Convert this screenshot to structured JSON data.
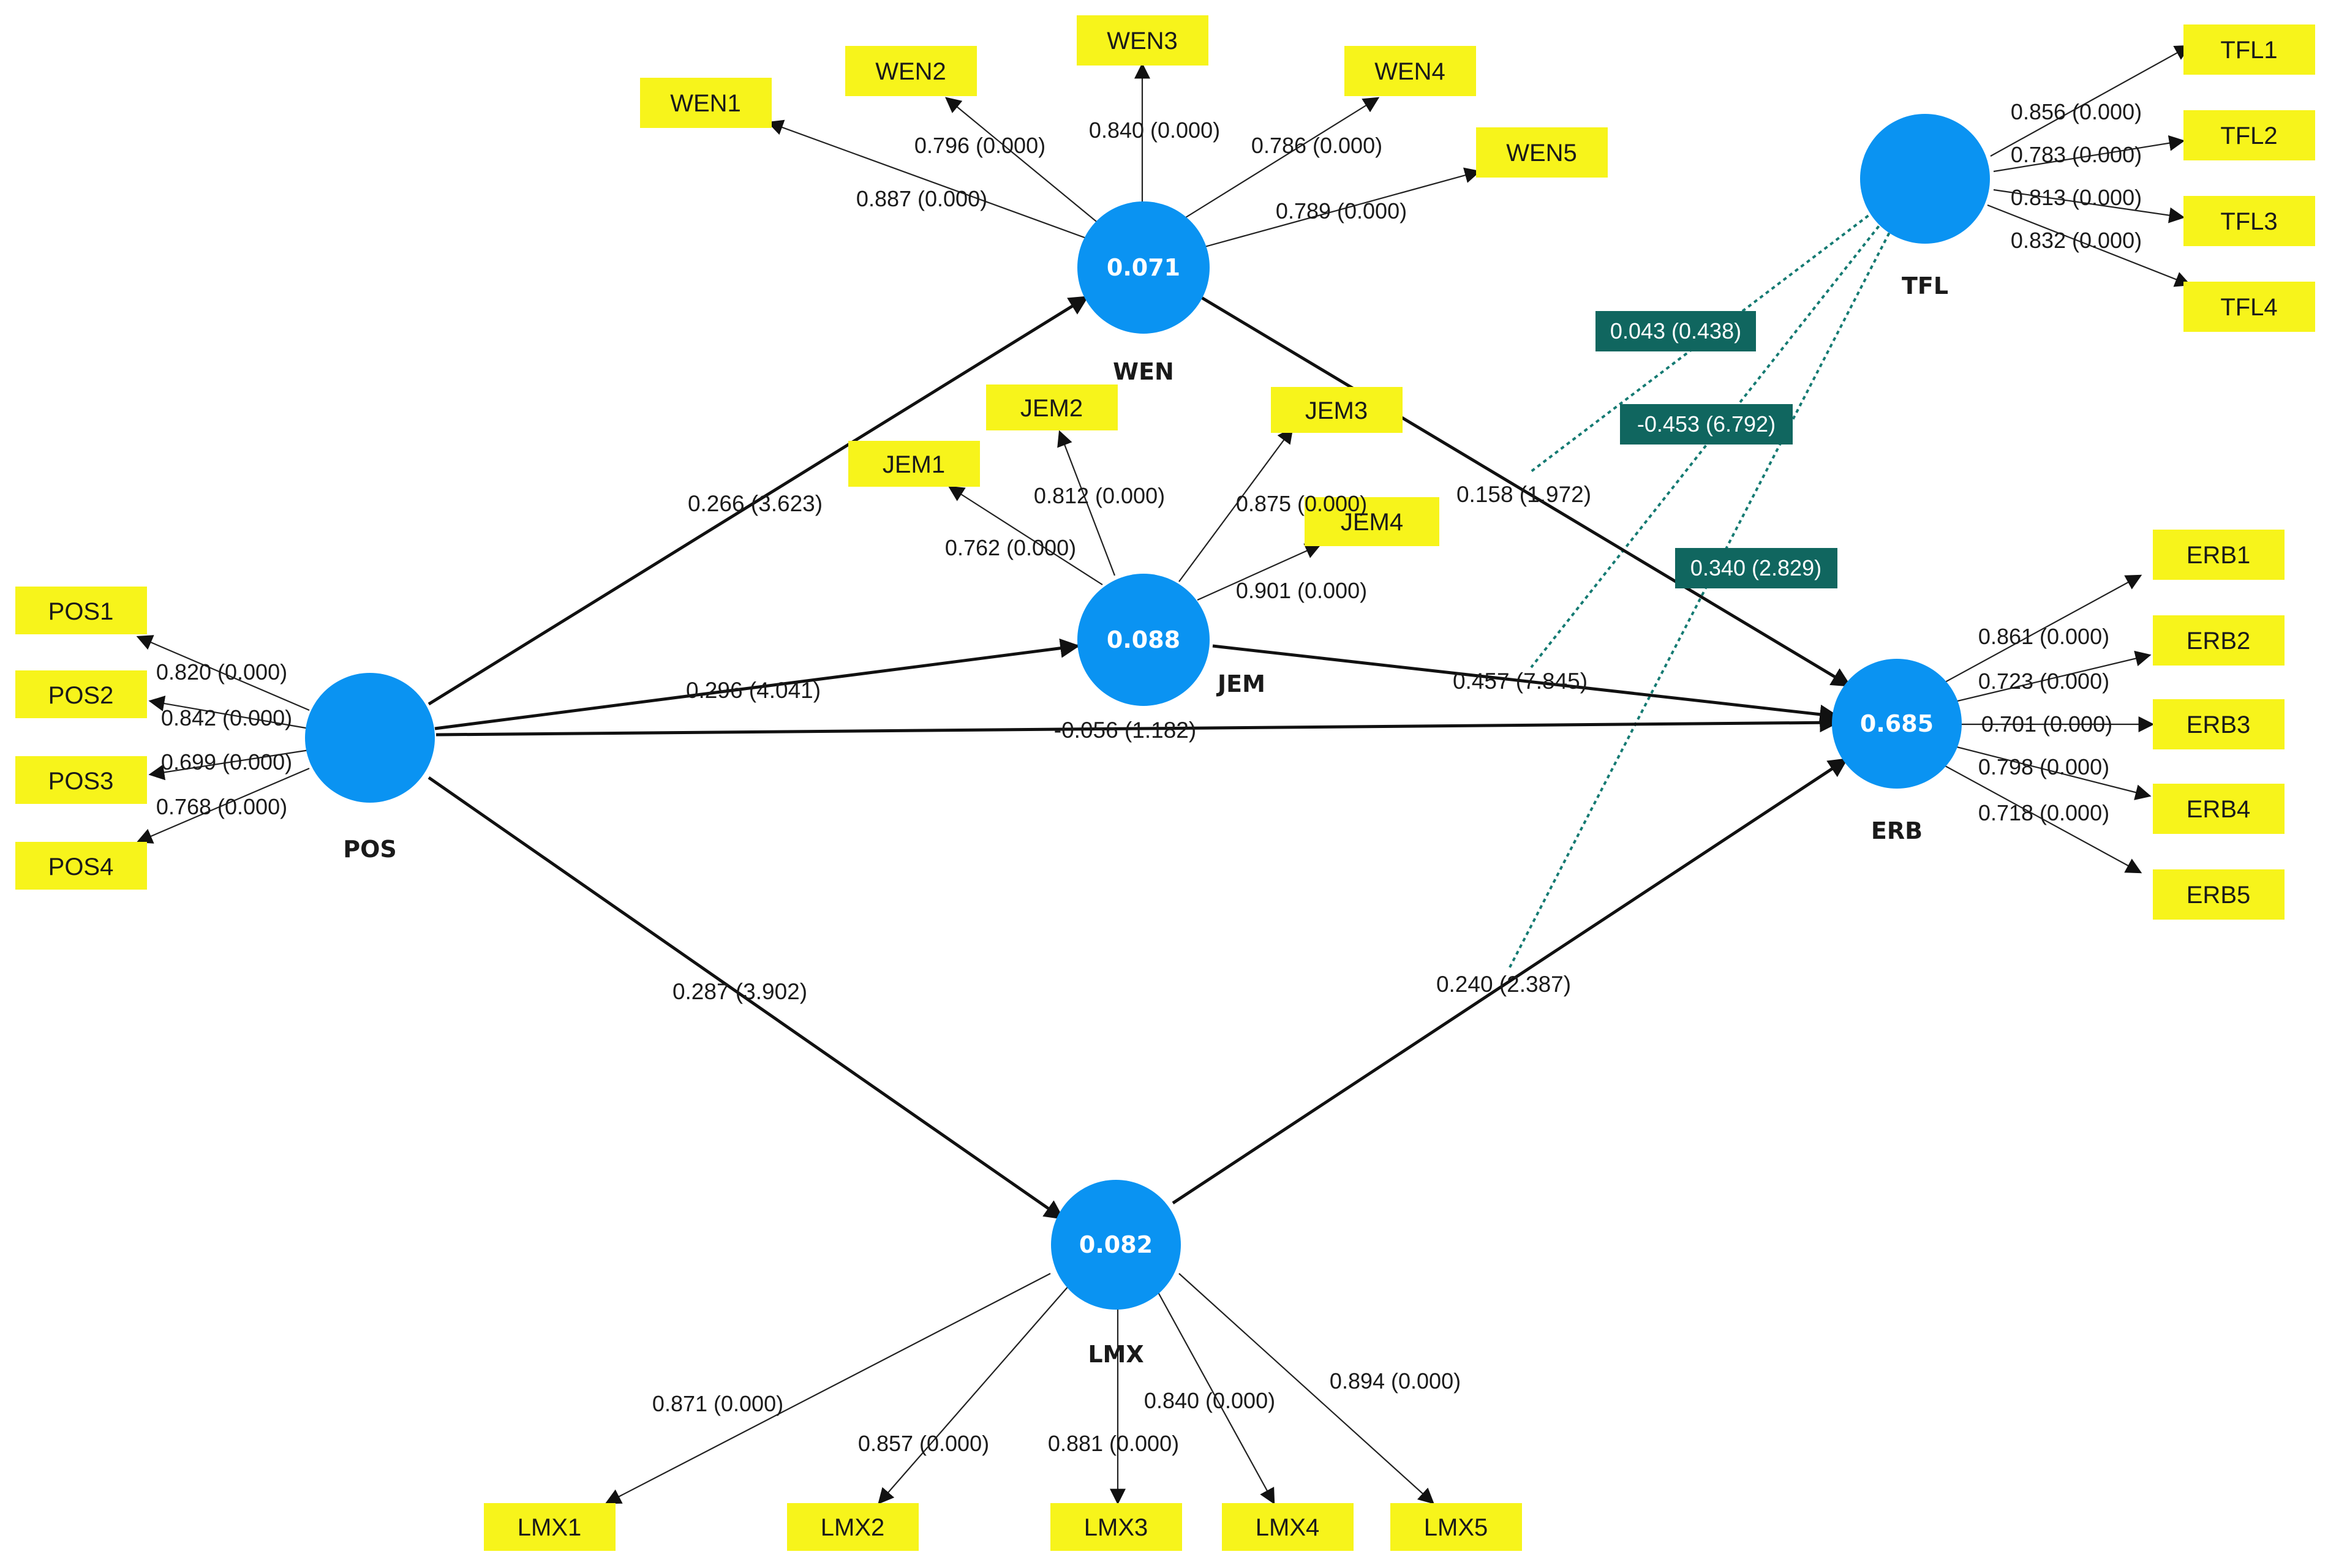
{
  "latent_variables": [
    {
      "id": "WEN",
      "name": "WEN",
      "value": "0.071"
    },
    {
      "id": "JEM",
      "name": "JEM",
      "value": "0.088"
    },
    {
      "id": "POS",
      "name": "POS",
      "value": ""
    },
    {
      "id": "ERB",
      "name": "ERB",
      "value": "0.685"
    },
    {
      "id": "LMX",
      "name": "LMX",
      "value": "0.082"
    },
    {
      "id": "TFL",
      "name": "TFL",
      "value": ""
    }
  ],
  "indicators": [
    {
      "name": "WEN1",
      "construct": "WEN",
      "loading": "0.887 (0.000)"
    },
    {
      "name": "WEN2",
      "construct": "WEN",
      "loading": "0.796 (0.000)"
    },
    {
      "name": "WEN3",
      "construct": "WEN",
      "loading": "0.840 (0.000)"
    },
    {
      "name": "WEN4",
      "construct": "WEN",
      "loading": "0.786 (0.000)"
    },
    {
      "name": "WEN5",
      "construct": "WEN",
      "loading": "0.789 (0.000)"
    },
    {
      "name": "JEM1",
      "construct": "JEM",
      "loading": "0.762 (0.000)"
    },
    {
      "name": "JEM2",
      "construct": "JEM",
      "loading": "0.812 (0.000)"
    },
    {
      "name": "JEM3",
      "construct": "JEM",
      "loading": "0.875 (0.000)"
    },
    {
      "name": "JEM4",
      "construct": "JEM",
      "loading": "0.901 (0.000)"
    },
    {
      "name": "POS1",
      "construct": "POS",
      "loading": "0.820 (0.000)"
    },
    {
      "name": "POS2",
      "construct": "POS",
      "loading": "0.842 (0.000)"
    },
    {
      "name": "POS3",
      "construct": "POS",
      "loading": "0.699 (0.000)"
    },
    {
      "name": "POS4",
      "construct": "POS",
      "loading": "0.768 (0.000)"
    },
    {
      "name": "TFL1",
      "construct": "TFL",
      "loading": "0.856 (0.000)"
    },
    {
      "name": "TFL2",
      "construct": "TFL",
      "loading": "0.783 (0.000)"
    },
    {
      "name": "TFL3",
      "construct": "TFL",
      "loading": "0.813 (0.000)"
    },
    {
      "name": "TFL4",
      "construct": "TFL",
      "loading": "0.832 (0.000)"
    },
    {
      "name": "ERB1",
      "construct": "ERB",
      "loading": "0.861 (0.000)"
    },
    {
      "name": "ERB2",
      "construct": "ERB",
      "loading": "0.723 (0.000)"
    },
    {
      "name": "ERB3",
      "construct": "ERB",
      "loading": "0.701 (0.000)"
    },
    {
      "name": "ERB4",
      "construct": "ERB",
      "loading": "0.798 (0.000)"
    },
    {
      "name": "ERB5",
      "construct": "ERB",
      "loading": "0.718 (0.000)"
    },
    {
      "name": "LMX1",
      "construct": "LMX",
      "loading": "0.871 (0.000)"
    },
    {
      "name": "LMX2",
      "construct": "LMX",
      "loading": "0.857 (0.000)"
    },
    {
      "name": "LMX3",
      "construct": "LMX",
      "loading": "0.881 (0.000)"
    },
    {
      "name": "LMX4",
      "construct": "LMX",
      "loading": "0.840 (0.000)"
    },
    {
      "name": "LMX5",
      "construct": "LMX",
      "loading": "0.894 (0.000)"
    }
  ],
  "structural_paths": [
    {
      "from": "POS",
      "to": "WEN",
      "label": "0.266 (3.623)"
    },
    {
      "from": "POS",
      "to": "JEM",
      "label": "0.296 (4.041)"
    },
    {
      "from": "POS",
      "to": "ERB",
      "label": "-0.056 (1.182)"
    },
    {
      "from": "POS",
      "to": "LMX",
      "label": "0.287 (3.902)"
    },
    {
      "from": "WEN",
      "to": "ERB",
      "label": "0.158 (1.972)"
    },
    {
      "from": "JEM",
      "to": "ERB",
      "label": "0.457 (7.845)"
    },
    {
      "from": "LMX",
      "to": "ERB",
      "label": "0.240 (2.387)"
    }
  ],
  "moderation_effects": [
    {
      "from": "TFL",
      "on": "WEN-ERB",
      "label": "0.043 (0.438)"
    },
    {
      "from": "TFL",
      "on": "JEM-ERB",
      "label": "-0.453 (6.792)"
    },
    {
      "from": "TFL",
      "on": "LMX-ERB",
      "label": "0.340 (2.829)"
    }
  ],
  "colors": {
    "construct": "#0a93f2",
    "indicator": "#f7f41b",
    "moderation_box": "#10665f"
  }
}
